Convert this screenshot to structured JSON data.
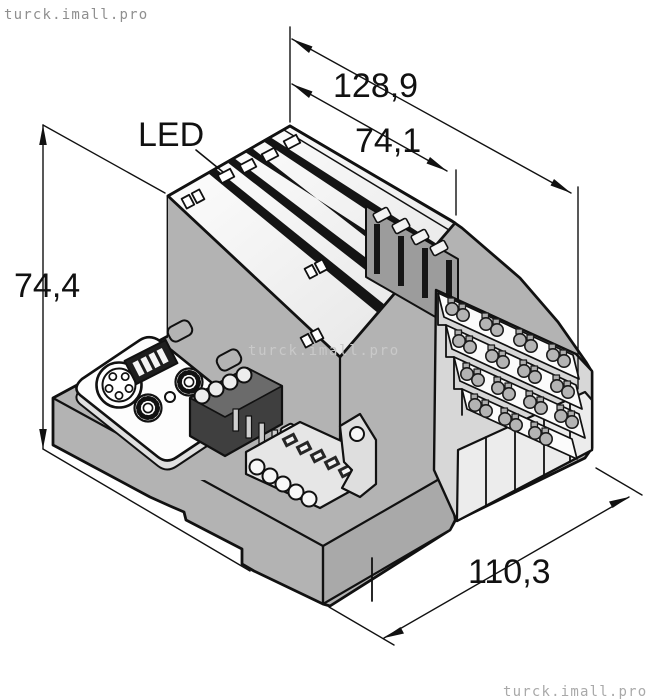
{
  "diagram": {
    "title_note": "Isometric dimensional drawing of a modular fieldbus I/O station",
    "dimensions": {
      "overall_depth": "128,9",
      "module_row_depth": "74,1",
      "overall_height": "74,4",
      "overall_width": "110,3"
    },
    "labels": {
      "led": "LED"
    },
    "watermark": {
      "top_left": "turck.imall.pro",
      "center": "turck.imall.pro",
      "bottom_right": "turck.imall.pro"
    },
    "colors": {
      "line": "#111111",
      "body_gray": "#b3b3b3",
      "body_gray_dark": "#a0a0a0",
      "panel_light": "#ececec",
      "top_white": "#fbfbfb",
      "slot_black": "#161616",
      "watermark_gray": "#8f8f8f",
      "watermark_on_device": "#c9c9c9"
    }
  }
}
